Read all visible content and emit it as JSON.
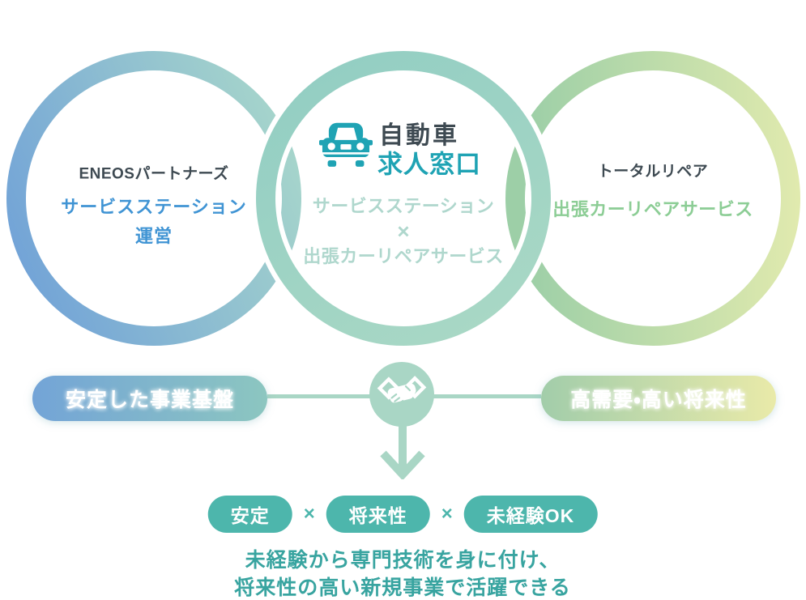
{
  "palette": {
    "accent-teal": "#4db6ac",
    "mint": "#a9d6c5",
    "mint-text": "#afd7cd",
    "blue-text": "#4094d4",
    "green-text": "#8ccd95",
    "dark-text": "#3e4a52",
    "teal-text": "#38a4a0",
    "logo-teal": "#1fa3b4",
    "ring-left-a": "#73a4d7",
    "ring-left-b": "#a6d5cb",
    "ring-mid-a": "#93cec3",
    "ring-mid-b": "#a9d8c5",
    "ring-right-a": "#9dcfa7",
    "ring-right-b": "#e1eaae",
    "banner-left-a": "#73a4d7",
    "banner-left-b": "#8cc6c0",
    "banner-right-a": "#a2cdaa",
    "banner-right-b": "#e9eaa9"
  },
  "icons": {
    "logo": "car-icon",
    "link": "handshake-icon",
    "flow": "down-arrow-icon"
  },
  "circles": {
    "left": {
      "heading": "ENEOSパートナーズ",
      "line1": "サービスステーション",
      "line2": "運営"
    },
    "center": {
      "logo_top": "自動車",
      "logo_bottom": "求人窓口",
      "line1": "サービスステーション",
      "cross": "×",
      "line2": "出張カーリペアサービス"
    },
    "right": {
      "heading": "トータルリペア",
      "line1": "出張カーリペアサービス"
    }
  },
  "banners": {
    "left": "安定した事業基盤",
    "right": "高需要・高い将来性"
  },
  "tags": {
    "separator": "×",
    "items": [
      "安定",
      "将来性",
      "未経験OK"
    ]
  },
  "conclusion": {
    "line1": "未経験から専門技術を身に付け、",
    "line2": "将来性の高い新規事業で活躍できる"
  }
}
